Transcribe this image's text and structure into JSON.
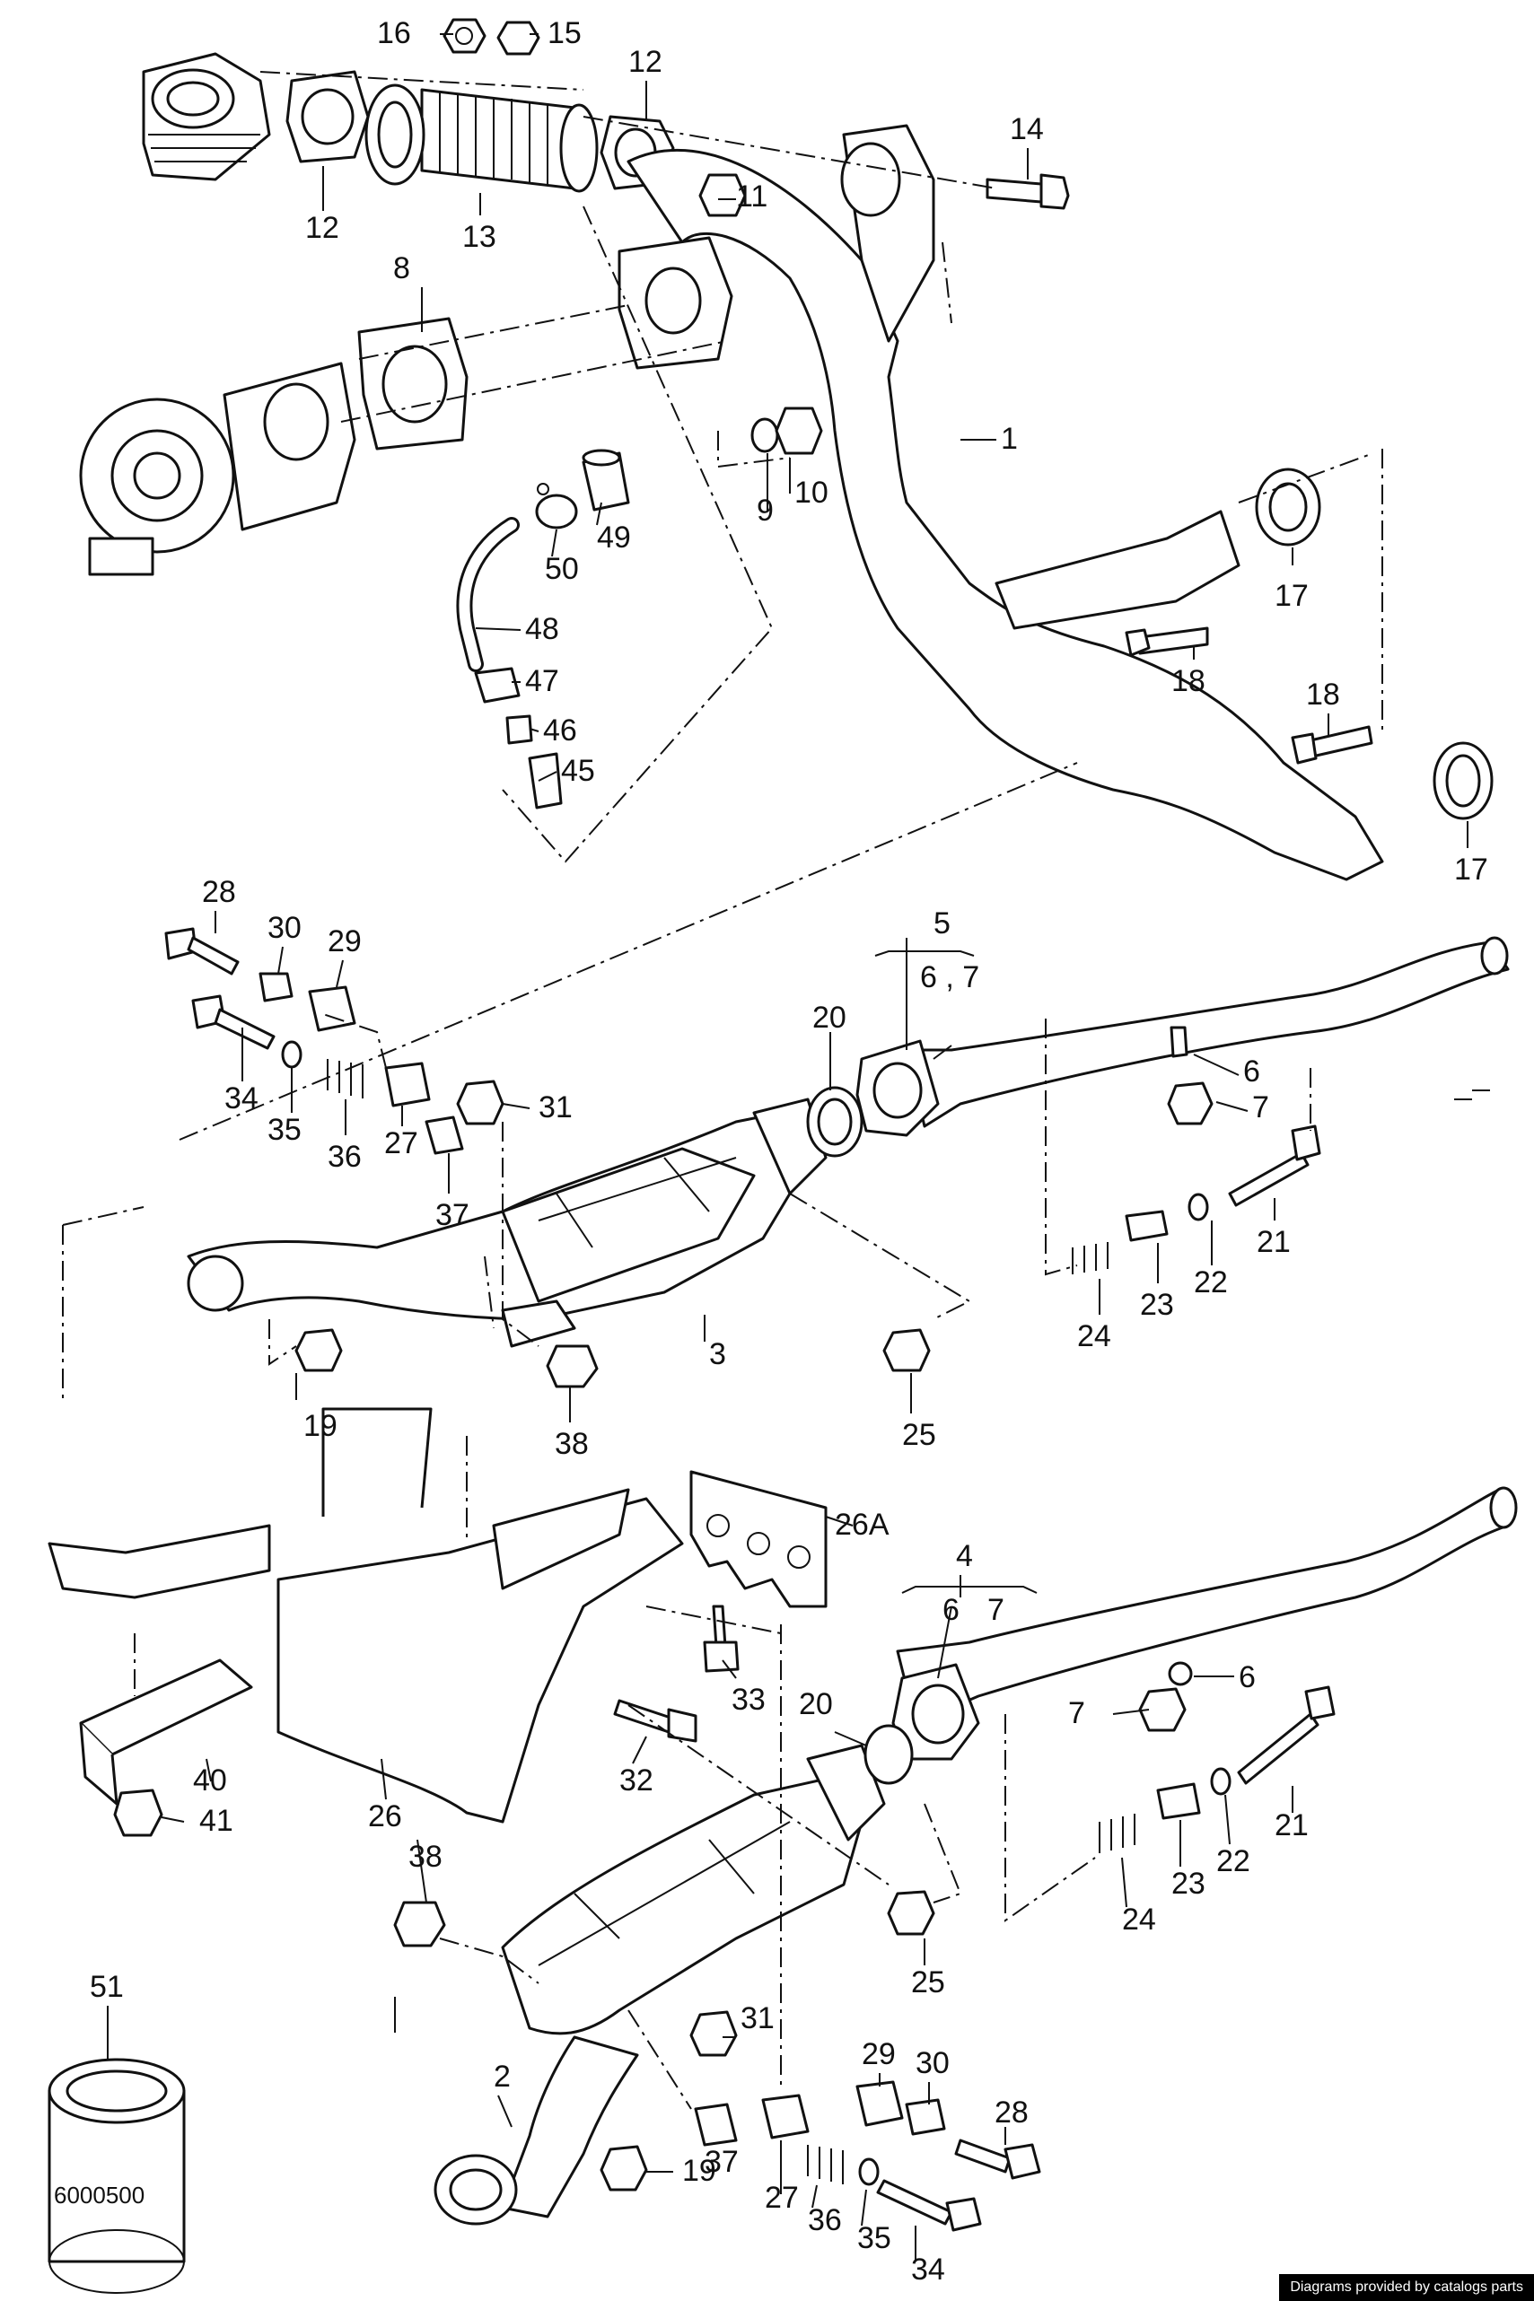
{
  "labels": {
    "l1": "1",
    "l2": "2",
    "l3": "3",
    "l4": "4",
    "l4sub_a": "6",
    "l4sub_b": "7",
    "l5": "5",
    "l5sub": "6 , 7",
    "l6a": "6",
    "l6b": "6",
    "l7a": "7",
    "l7b": "7",
    "l8": "8",
    "l9": "9",
    "l10": "10",
    "l11": "11",
    "l12a": "12",
    "l12b": "12",
    "l13": "13",
    "l14": "14",
    "l15": "15",
    "l16": "16",
    "l17a": "17",
    "l17b": "17",
    "l18a": "18",
    "l18b": "18",
    "l19a": "19",
    "l19b": "19",
    "l20a": "20",
    "l20b": "20",
    "l21a": "21",
    "l21b": "21",
    "l22a": "22",
    "l22b": "22",
    "l23a": "23",
    "l23b": "23",
    "l24a": "24",
    "l24b": "24",
    "l25a": "25",
    "l25b": "25",
    "l26": "26",
    "l26A": "26A",
    "l27a": "27",
    "l27b": "27",
    "l28a": "28",
    "l28b": "28",
    "l29a": "29",
    "l29b": "29",
    "l30a": "30",
    "l30b": "30",
    "l31a": "31",
    "l31b": "31",
    "l32": "32",
    "l33": "33",
    "l34a": "34",
    "l34b": "34",
    "l35a": "35",
    "l35b": "35",
    "l36a": "36",
    "l36b": "36",
    "l37a": "37",
    "l37b": "37",
    "l38a": "38",
    "l38b": "38",
    "l40": "40",
    "l41": "41",
    "l45": "45",
    "l46": "46",
    "l47": "47",
    "l48": "48",
    "l49": "49",
    "l50": "50",
    "l51": "51"
  },
  "part51_marking": "6000500",
  "credit": "Diagrams provided by catalogs parts"
}
